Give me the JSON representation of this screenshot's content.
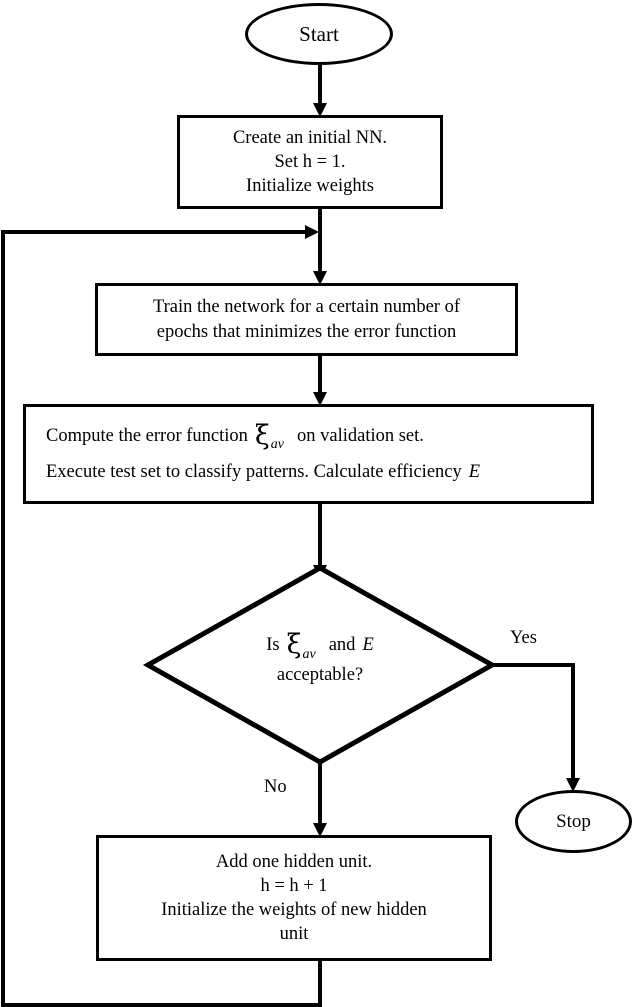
{
  "diagram": {
    "title": "Neural network constructive training flowchart",
    "stroke_color": "#000000",
    "fill_color": "#ffffff",
    "nodes": {
      "start": {
        "label": "Start",
        "shape": "ellipse"
      },
      "init": {
        "shape": "process",
        "lines": [
          "Create an initial NN.",
          "Set h = 1.",
          "Initialize weights"
        ]
      },
      "train": {
        "shape": "process",
        "lines": [
          "Train the network for a certain number of",
          "epochs that minimizes the error function"
        ]
      },
      "evaluate": {
        "shape": "process",
        "line1_pre": "Compute the error function",
        "line1_symbol": "ξ",
        "line1_subscript": "av",
        "line1_post": "on validation set.",
        "line2_pre": "Execute test set to classify patterns. Calculate efficiency",
        "line2_var": "E"
      },
      "decision": {
        "shape": "diamond",
        "line1_pre": "Is",
        "line1_symbol": "ξ",
        "line1_subscript": "av",
        "line1_mid": "and",
        "line1_var": "E",
        "line2": "acceptable?"
      },
      "add_unit": {
        "shape": "process",
        "lines": [
          "Add one hidden unit.",
          "h = h + 1",
          "Initialize the weights of new hidden",
          "unit"
        ]
      },
      "stop": {
        "label": "Stop",
        "shape": "ellipse"
      }
    },
    "edge_labels": {
      "yes": "Yes",
      "no": "No"
    }
  }
}
